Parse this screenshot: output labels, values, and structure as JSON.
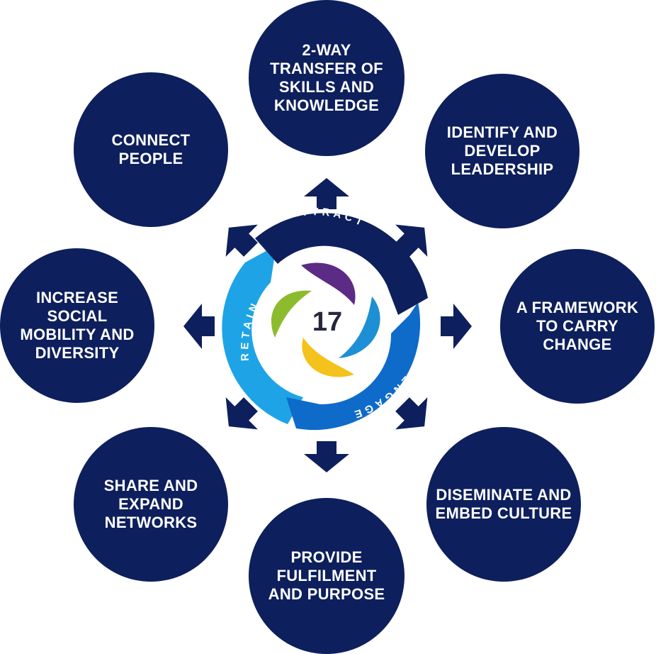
{
  "bubbles": {
    "top": "2-WAY TRANSFER OF SKILLS AND KNOWLEDGE",
    "top_left": "CONNECT PEOPLE",
    "top_right": "IDENTIFY AND DEVELOP LEADERSHIP",
    "left": "INCREASE SOCIAL MOBILITY AND DIVERSITY",
    "right": "A FRAMEWORK TO CARRY CHANGE",
    "bottom_left": "SHARE AND EXPAND NETWORKS",
    "bottom_right": "DISEMINATE AND EMBED CULTURE",
    "bottom": "PROVIDE FULFILMENT AND PURPOSE"
  },
  "cycle": {
    "attract": "ATTRACT",
    "engage": "ENGAGE",
    "retain": "RETAIN",
    "center_number": "17"
  },
  "colors": {
    "bubble": "#0d1f5c",
    "attract": "#0d1f5c",
    "engage": "#0e6bc9",
    "retain": "#1ea4e6",
    "petal_purple": "#5b2b85",
    "petal_blue": "#1d8fd4",
    "petal_yellow": "#f4c21c",
    "petal_green": "#8dbb2e"
  }
}
